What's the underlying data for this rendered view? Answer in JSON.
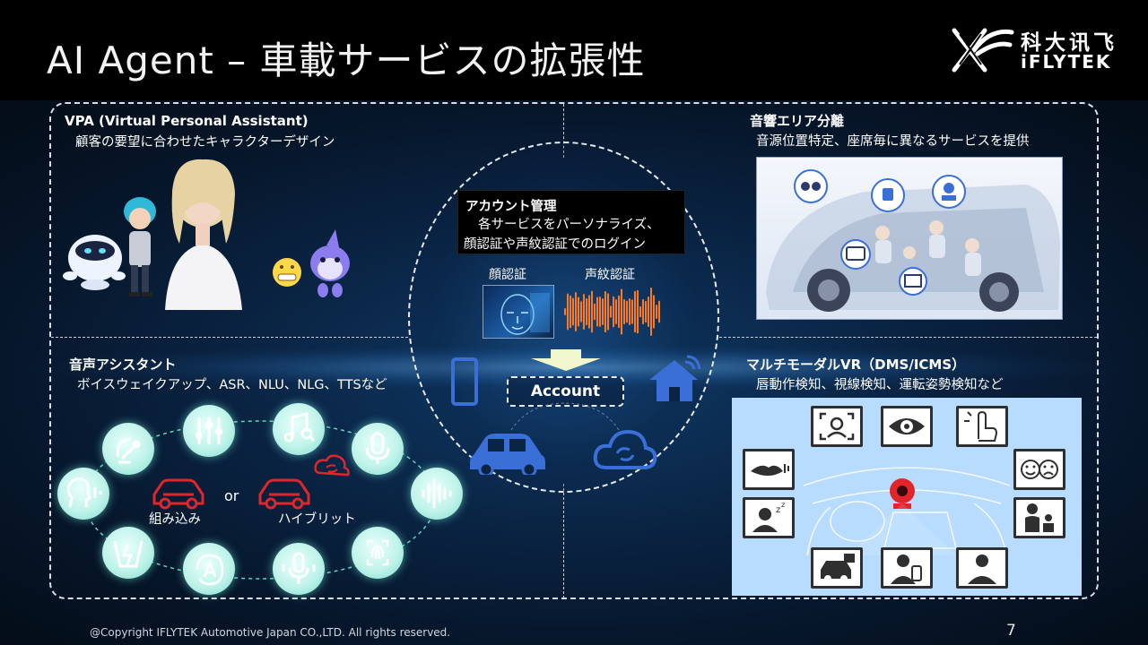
{
  "title": "AI Agent – 車載サービスの拡張性",
  "logo": {
    "cn": "科大讯飞",
    "en": "iFLYTEK"
  },
  "vpa": {
    "heading": "VPA (Virtual Personal Assistant)",
    "sub": "顧客の要望に合わせたキャラクターデザイン"
  },
  "zone_audio": {
    "heading": "音響エリア分離",
    "sub": "音源位置特定、座席毎に異なるサービスを提供"
  },
  "account": {
    "heading": "アカウント管理",
    "line1": "各サービスをパーソナライズ、",
    "line2": "顔認証や声紋認証でのログイン",
    "face_label": "顔認証",
    "voice_label": "声紋認証",
    "account_label": "Account"
  },
  "voice_assistant": {
    "heading": "音声アシスタント",
    "sub": "ボイスウェイクアップ、ASR、NLU、NLG、TTSなど",
    "embedded_label": "組み込み",
    "or_label": "or",
    "hybrid_label": "ハイブリット"
  },
  "multimodal": {
    "heading": "マルチモーダルVR（DMS/ICMS）",
    "sub": "唇動作検知、視線検知、運転姿勢検知など"
  },
  "footer": {
    "copyright": "@Copyright  IFLYTEK  Automotive  Japan  CO.,LTD.  All  rights  reserved.",
    "page": "7"
  },
  "colors": {
    "accent_cyan": "#7fdccc",
    "car_red": "#e0262b",
    "icon_blue": "#3a6fd8",
    "dms_bg": "#b8dcff",
    "wave_orange": "#ff7a1a"
  }
}
